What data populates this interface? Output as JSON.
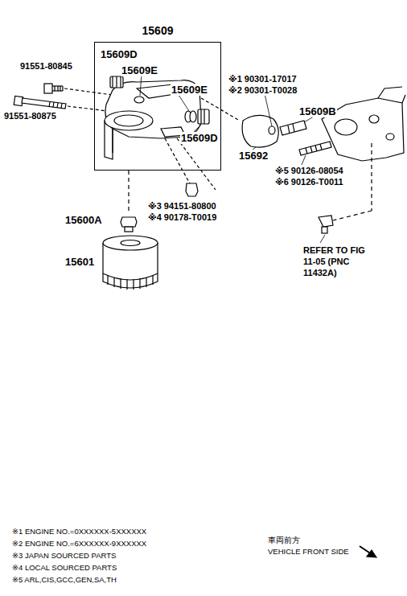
{
  "diagram": {
    "nodes": [
      {
        "text": [
          "15609"
        ]
      }
    ],
    "labels": [
      "91551-80845",
      "91551-80875",
      "15609D",
      "15609E",
      "15609E",
      "15609D",
      "※1 90301-17017",
      "※2 90301-T0028",
      "15609B",
      "15692",
      "※5 90126-08054",
      "※6 90126-T0011",
      "※3 94151-80800",
      "※4 90178-T0019",
      "15600A",
      "15601",
      "REFER TO FIG 11-05 (PNC 11432A)",
      "※1 ENGINE NO.=0XXXXXX-5XXXXXX",
      "※2 ENGINE NO.=6XXXXXX-9XXXXXX",
      "※3 JAPAN SOURCED PARTS",
      "※4 LOCAL SOURCED PARTS",
      "※5 ARL,CIS,GCC,GEN,SA,TH",
      "車両前方",
      "VEHICLE FRONT SIDE"
    ]
  }
}
